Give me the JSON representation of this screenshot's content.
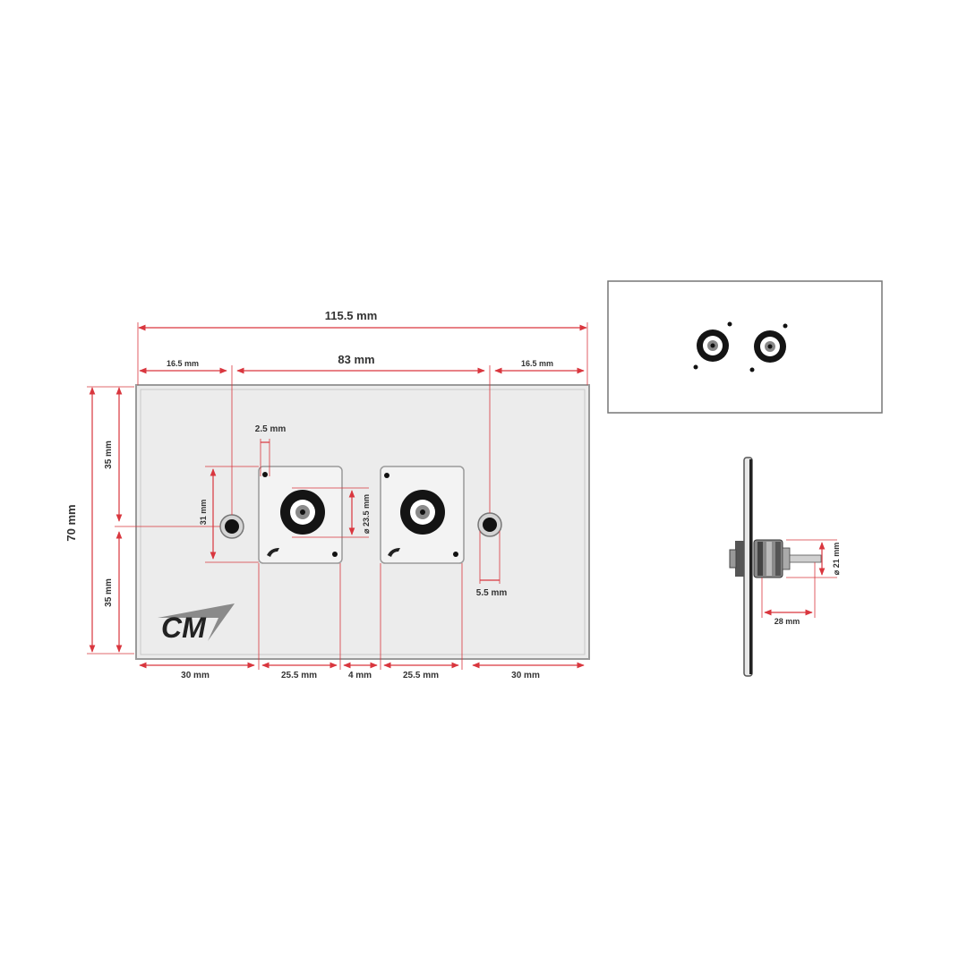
{
  "colors": {
    "dimension_line": "#d9363e",
    "plate_fill": "#ececec",
    "plate_outline": "#9a9a9a",
    "text": "#333333",
    "logo": "#222222"
  },
  "front_view": {
    "dimensions": {
      "total_width": "115.5 mm",
      "left_hole_offset": "16.5 mm",
      "hole_spacing": "83 mm",
      "right_hole_offset": "16.5 mm",
      "total_height": "70 mm",
      "upper_half": "35 mm",
      "lower_half": "35 mm",
      "screw_offset": "2.5 mm",
      "module_height": "31 mm",
      "connector_diameter": "⌀ 23.5 mm",
      "hole_diameter": "5.5 mm",
      "bottom_left_margin": "30 mm",
      "module_width_1": "25.5 mm",
      "module_gap": "4 mm",
      "module_width_2": "25.5 mm",
      "bottom_right_margin": "30 mm"
    },
    "logo_text": "CM"
  },
  "side_view": {
    "dimensions": {
      "body_diameter": "⌀ 21 mm",
      "depth": "28 mm"
    }
  }
}
